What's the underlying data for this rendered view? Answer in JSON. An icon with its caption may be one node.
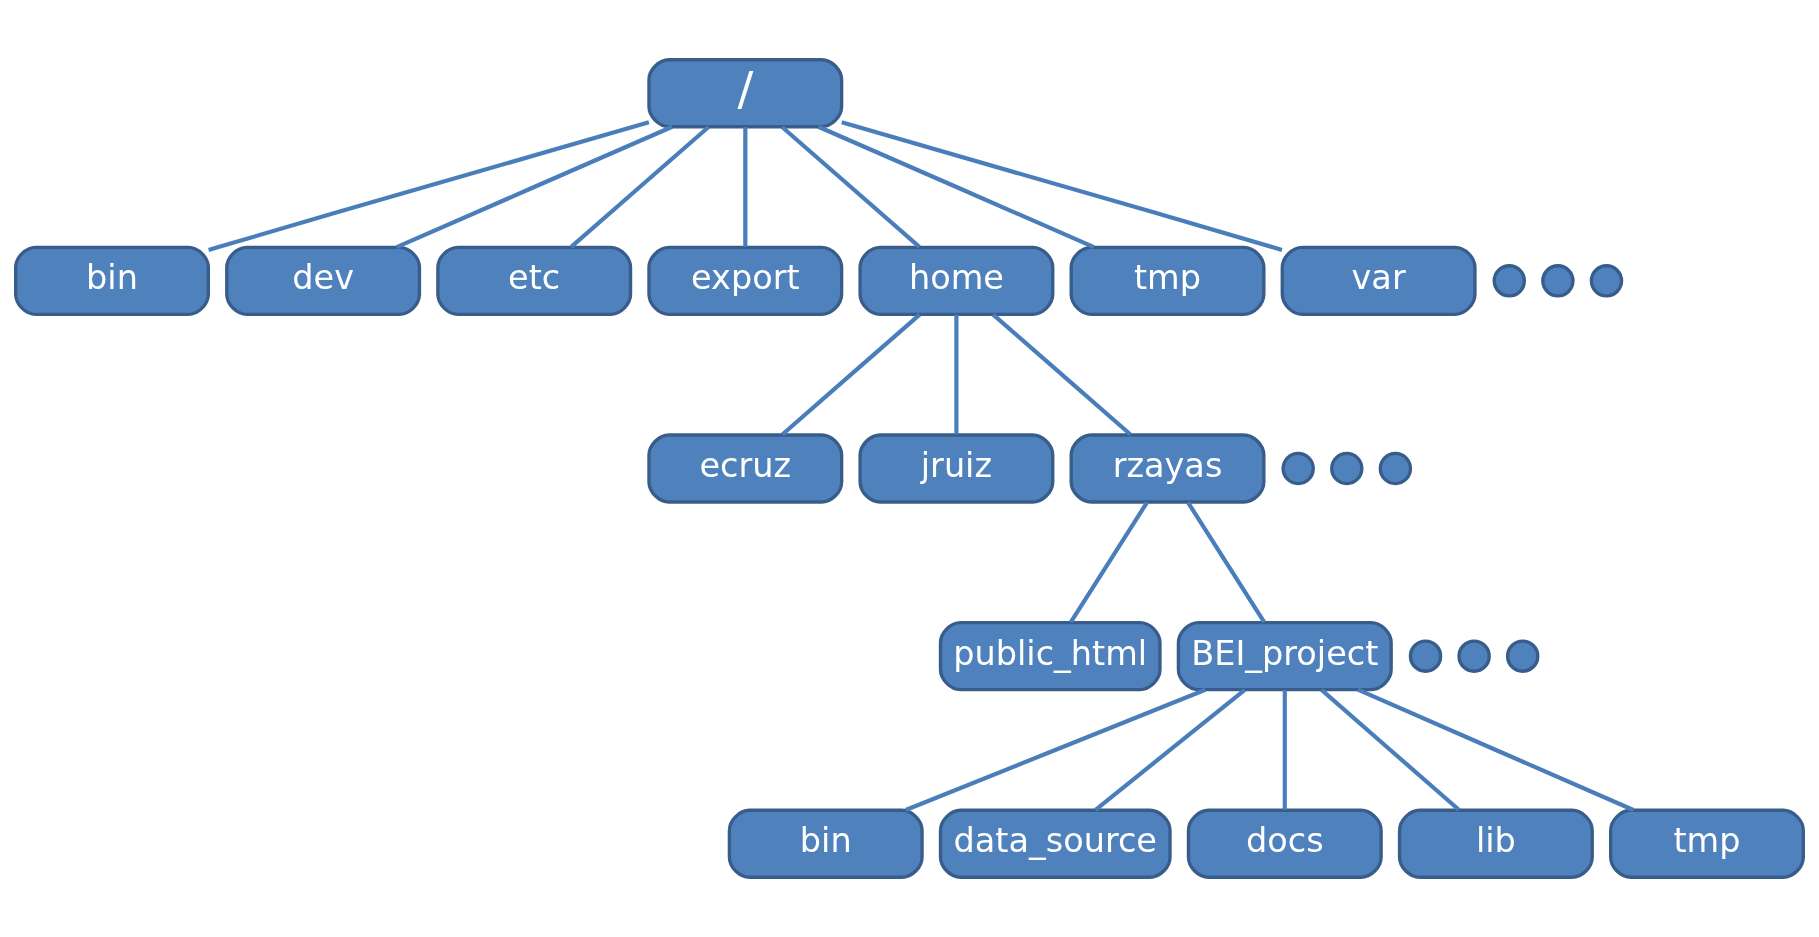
{
  "diagram": {
    "nodes": [
      {
        "text": [
          "/"
        ]
      },
      {
        "text": [
          "bin"
        ]
      },
      {
        "text": [
          "dev"
        ]
      },
      {
        "text": [
          "etc"
        ]
      },
      {
        "text": [
          "export"
        ]
      },
      {
        "text": [
          "home"
        ]
      },
      {
        "text": [
          "tmp"
        ]
      },
      {
        "text": [
          "var"
        ]
      },
      {
        "text": [],
        "shape": "circle"
      },
      {
        "text": [],
        "shape": "circle"
      },
      {
        "text": [],
        "shape": "circle"
      },
      {
        "text": [
          "ecruz"
        ]
      },
      {
        "text": [
          "jruiz"
        ]
      },
      {
        "text": [
          "rzayas"
        ]
      },
      {
        "text": [],
        "shape": "circle"
      },
      {
        "text": [],
        "shape": "circle"
      },
      {
        "text": [],
        "shape": "circle"
      },
      {
        "text": [
          "public_html"
        ]
      },
      {
        "text": [
          "BEI_project"
        ]
      },
      {
        "text": [],
        "shape": "circle"
      },
      {
        "text": [],
        "shape": "circle"
      },
      {
        "text": [],
        "shape": "circle"
      },
      {
        "text": [
          "bin"
        ]
      },
      {
        "text": [
          "data_source"
        ]
      },
      {
        "text": [
          "docs"
        ]
      },
      {
        "text": [
          "lib"
        ]
      },
      {
        "text": [
          "tmp"
        ]
      }
    ],
    "edges": [
      {
        "from": 0,
        "to": 1,
        "arrow": "none"
      },
      {
        "from": 0,
        "to": 2,
        "arrow": "none"
      },
      {
        "from": 0,
        "to": 3,
        "arrow": "none"
      },
      {
        "from": 0,
        "to": 4,
        "arrow": "none"
      },
      {
        "from": 0,
        "to": 5,
        "arrow": "none"
      },
      {
        "from": 0,
        "to": 6,
        "arrow": "none"
      },
      {
        "from": 0,
        "to": 7,
        "arrow": "none"
      },
      {
        "from": 5,
        "to": 11,
        "arrow": "none"
      },
      {
        "from": 5,
        "to": 12,
        "arrow": "none"
      },
      {
        "from": 5,
        "to": 13,
        "arrow": "none"
      },
      {
        "from": 13,
        "to": 17,
        "arrow": "none"
      },
      {
        "from": 13,
        "to": 18,
        "arrow": "none"
      },
      {
        "from": 18,
        "to": 22,
        "arrow": "none"
      },
      {
        "from": 18,
        "to": 23,
        "arrow": "none"
      },
      {
        "from": 18,
        "to": 24,
        "arrow": "none"
      },
      {
        "from": 18,
        "to": 25,
        "arrow": "none"
      },
      {
        "from": 18,
        "to": 26,
        "arrow": "none"
      }
    ]
  }
}
